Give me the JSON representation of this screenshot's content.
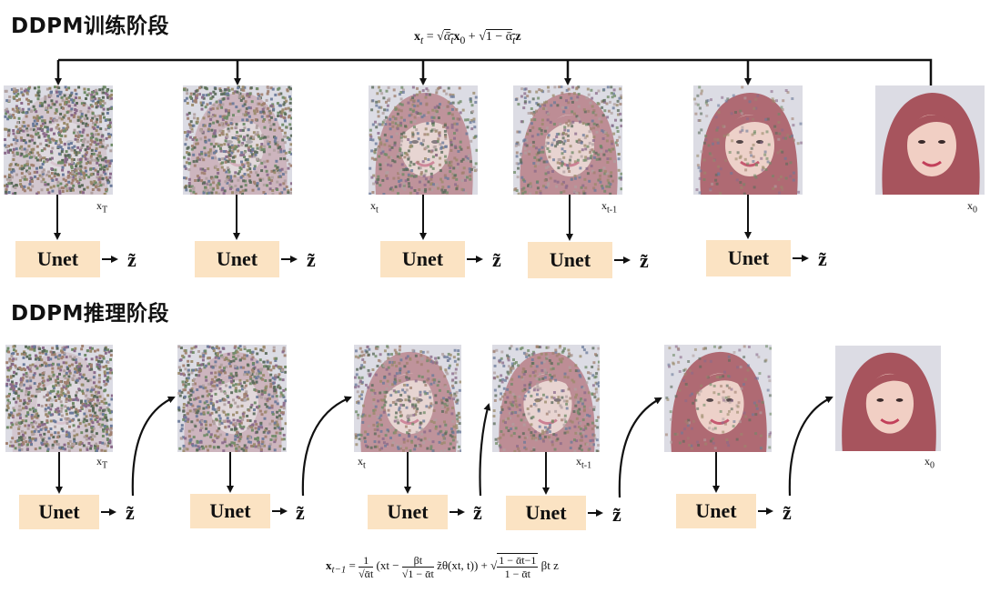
{
  "training": {
    "title": "DDPM训练阶段",
    "formula_lhs": "x",
    "formula_lhs_sub": "t",
    "formula_eq": "=",
    "formula_sqrt1": "√",
    "formula_alpha1": "ᾱ",
    "formula_alpha1_sub": "t",
    "formula_x0": "x",
    "formula_x0_sub": "0",
    "formula_plus": "+",
    "formula_sqrt2": "√",
    "formula_one_minus": "1 − ᾱ",
    "formula_one_minus_sub": "t",
    "formula_z": "z",
    "image_labels": [
      {
        "main": "x",
        "sub": "T"
      },
      {
        "main": "",
        "sub": ""
      },
      {
        "main": "x",
        "sub": "t"
      },
      {
        "main": "x",
        "sub": "t-1"
      },
      {
        "main": "",
        "sub": ""
      },
      {
        "main": "x",
        "sub": "0"
      }
    ],
    "unet_label": "Unet",
    "z_tilde": "z̃",
    "noise_levels": [
      1.0,
      0.85,
      0.55,
      0.5,
      0.2,
      0.0
    ]
  },
  "inference": {
    "title": "DDPM推理阶段",
    "image_labels": [
      {
        "main": "x",
        "sub": "T"
      },
      {
        "main": "",
        "sub": ""
      },
      {
        "main": "x",
        "sub": "t"
      },
      {
        "main": "x",
        "sub": "t-1"
      },
      {
        "main": "",
        "sub": ""
      },
      {
        "main": "x",
        "sub": "0"
      }
    ],
    "unet_label": "Unet",
    "z_tilde": "z̃",
    "noise_levels": [
      1.0,
      0.85,
      0.55,
      0.5,
      0.2,
      0.0
    ],
    "formula_lhs": "x",
    "formula_lhs_sub": "t−1",
    "formula_eq": "=",
    "formula_f1_num": "1",
    "formula_f1_den": "√ᾱt",
    "formula_mid": "(xt −",
    "formula_f2_num": "βt",
    "formula_f2_den": "√1 − ᾱt",
    "formula_tail": "z̃θ(xt, t)) +",
    "formula_f3_num": "1 − ᾱt−1",
    "formula_f3_den": "1 − ᾱt",
    "formula_end": "βt z"
  },
  "colors": {
    "unet_bg": "#fbe3c3",
    "skin": "#f1cfc4",
    "hair": "#a7545d",
    "background": "#dcdce4"
  }
}
